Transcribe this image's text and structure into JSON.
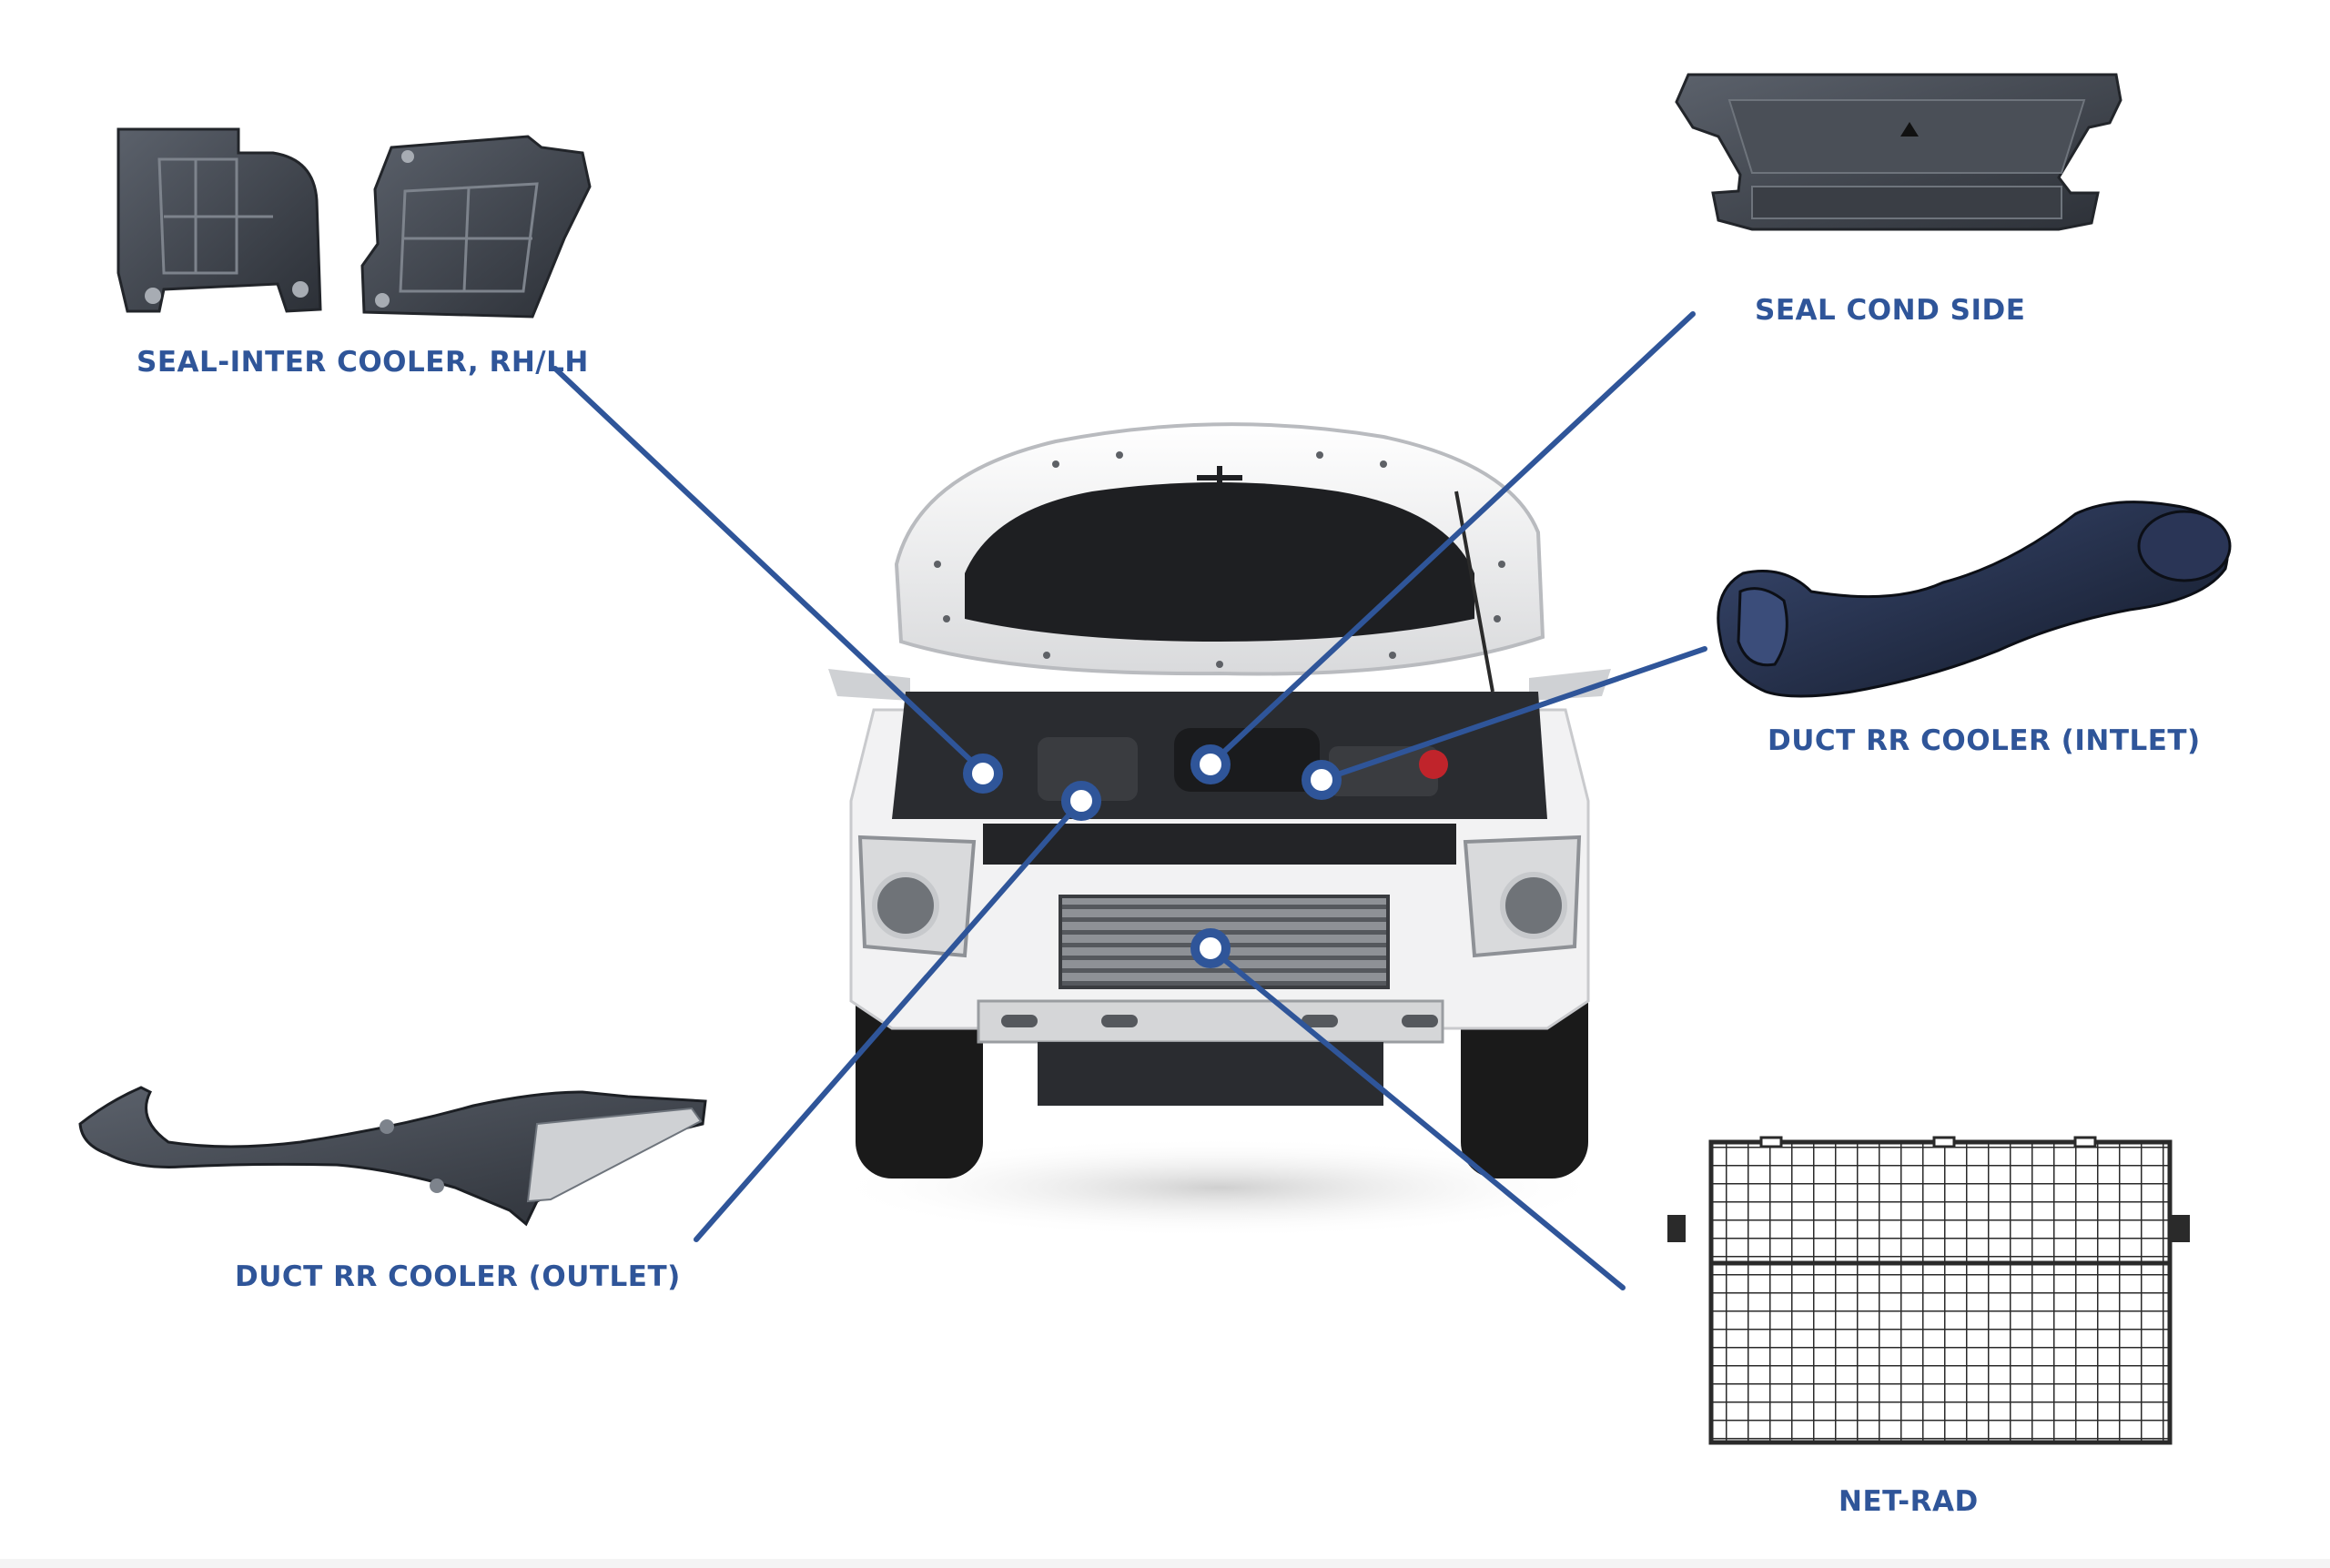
{
  "labels": {
    "seal_inter_cooler": "SEAL-INTER COOLER, RH/LH",
    "seal_cond_side": "SEAL COND SIDE",
    "duct_rr_cooler_inlet": "DUCT RR COOLER (INTLET)",
    "duct_rr_cooler_outlet": "DUCT RR COOLER (OUTLET)",
    "net_rad": "NET-RAD"
  },
  "colors": {
    "accent": "#2f5599",
    "car_body": "#f4f4f4",
    "plastic_part": "#3b3f46",
    "duct": "#1e2638"
  }
}
